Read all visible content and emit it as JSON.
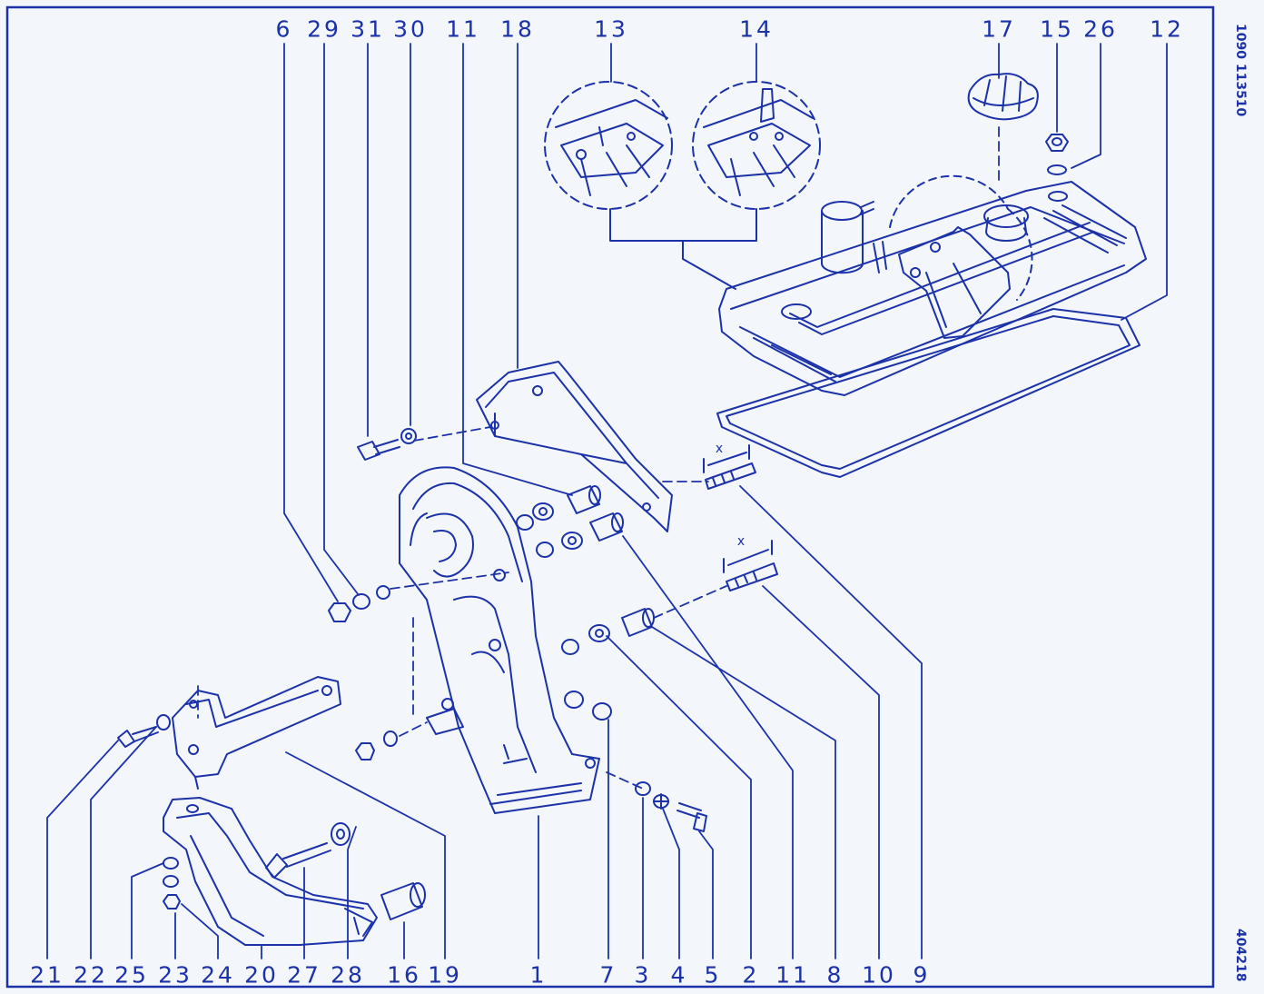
{
  "drawing": {
    "ink_color": "#1c32a8",
    "paper_color": "#f3f6fb",
    "top_callouts": [
      "6",
      "29",
      "31",
      "30",
      "11",
      "18",
      "13",
      "14",
      "17",
      "15",
      "26",
      "12"
    ],
    "bottom_callouts": [
      "21",
      "22",
      "25",
      "23",
      "24",
      "20",
      "27",
      "28",
      "16",
      "19",
      "1",
      "7",
      "3",
      "4",
      "5",
      "2",
      "11",
      "8",
      "10",
      "9"
    ],
    "dimension_label": "x",
    "margin_codes": {
      "top": "1090  113510",
      "bottom": "404218"
    }
  }
}
